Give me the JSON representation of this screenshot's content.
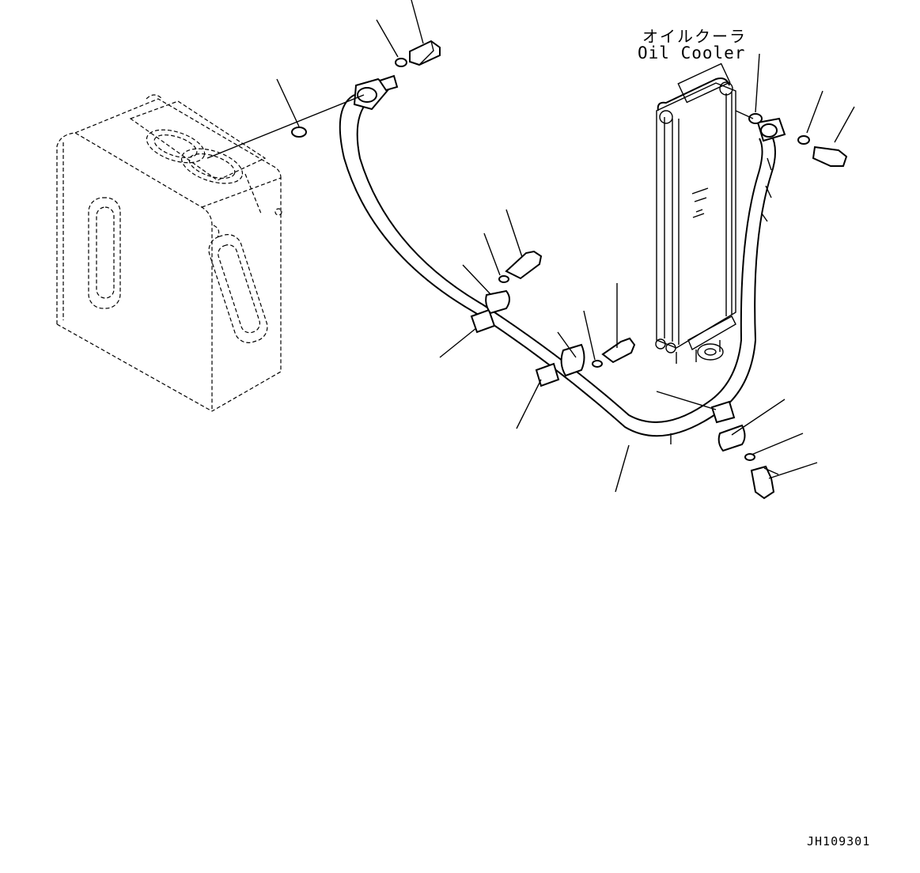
{
  "labels": {
    "component_name_jp": "オイルクーラ",
    "component_name_en": "Oil Cooler",
    "drawing_code": "JH109301"
  },
  "parts": [
    {
      "name": "hydraulic-tank"
    },
    {
      "name": "oil-cooler"
    },
    {
      "name": "hose"
    },
    {
      "name": "clamp"
    },
    {
      "name": "bolt"
    },
    {
      "name": "washer"
    },
    {
      "name": "o-ring"
    },
    {
      "name": "elbow-fitting"
    }
  ]
}
